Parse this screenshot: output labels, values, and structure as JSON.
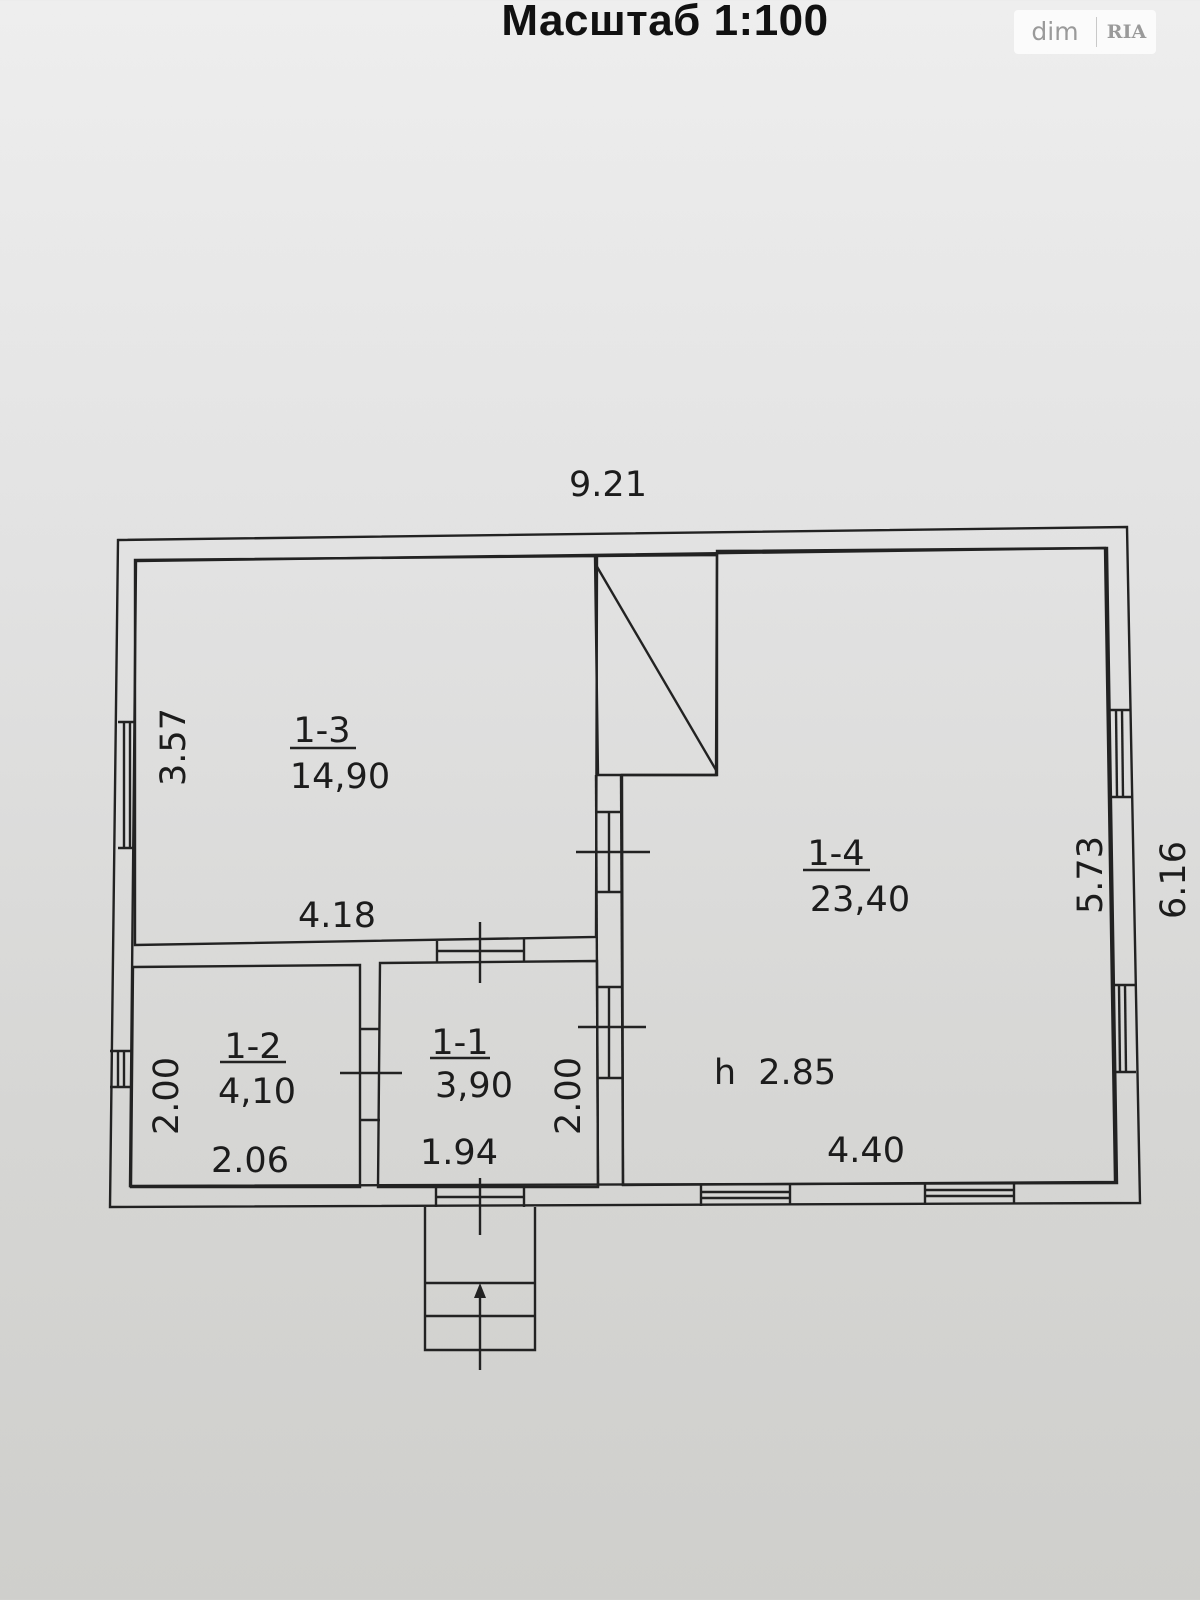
{
  "title": "Масштаб 1:100",
  "watermark": {
    "left": "dim",
    "right": "RIA"
  },
  "plan": {
    "overall_width": "9.21",
    "overall_depth": "6.16",
    "ceiling_height": "h  2.85",
    "rooms": [
      {
        "id": "1-3",
        "area": "14,90",
        "width": "4.18",
        "depth": "3.57"
      },
      {
        "id": "1-4",
        "area": "23,40",
        "width": "4.40",
        "depth": "5.73"
      },
      {
        "id": "1-2",
        "area": "4,10",
        "width": "2.06",
        "depth": "2.00"
      },
      {
        "id": "1-1",
        "area": "3,90",
        "width": "1.94",
        "depth": "2.00"
      }
    ]
  },
  "colors": {
    "line": "#222222",
    "text": "#1c1c1c",
    "background": "#e4e4e2"
  }
}
